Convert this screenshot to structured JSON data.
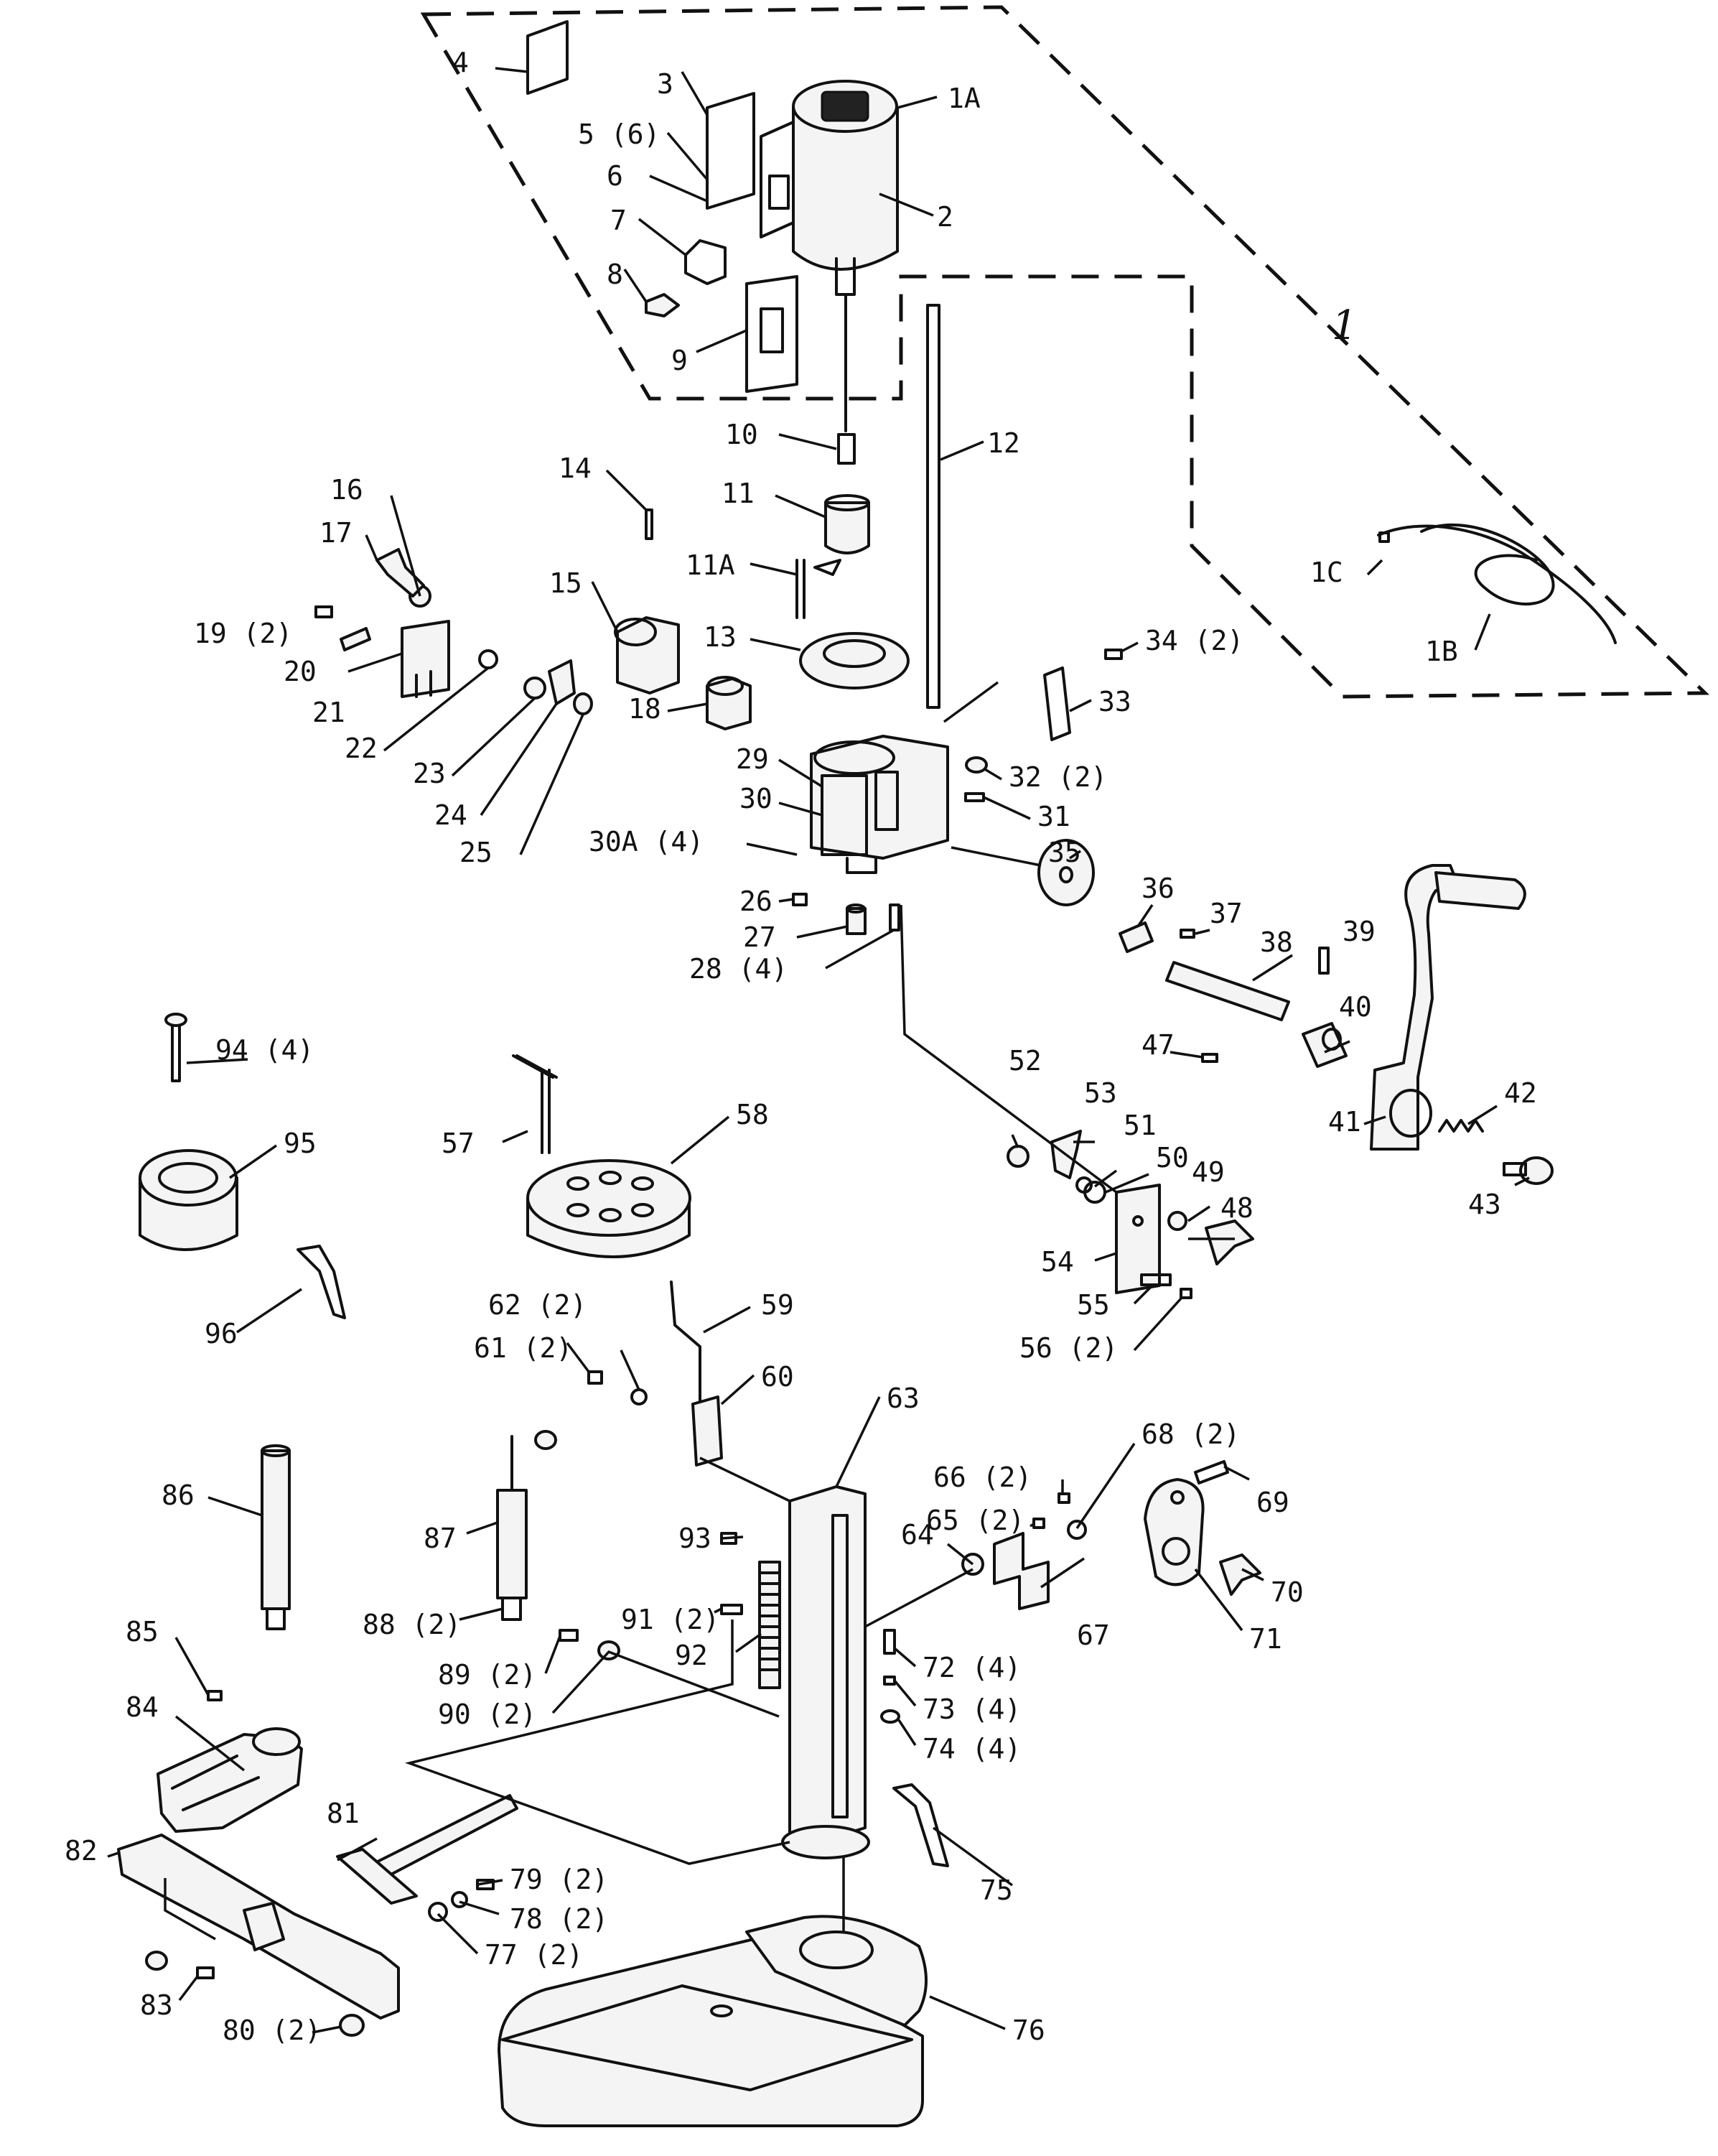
{
  "callouts": {
    "c1A": "1A",
    "c2": "2",
    "c3": "3",
    "c4": "4",
    "c5": "5 (6)",
    "c6": "6",
    "c7": "7",
    "c8": "8",
    "c9": "9",
    "c10": "10",
    "c11": "11",
    "c11A": "11A",
    "c12": "12",
    "c13": "13",
    "c14": "14",
    "c15": "15",
    "c16": "16",
    "c17": "17",
    "c18": "18",
    "c19": "19 (2)",
    "c20": "20",
    "c21": "21",
    "c22": "22",
    "c23": "23",
    "c24": "24",
    "c25": "25",
    "c26": "26",
    "c27": "27",
    "c28": "28 (4)",
    "c29": "29",
    "c30": "30",
    "c30A": "30A (4)",
    "c31": "31",
    "c32": "32 (2)",
    "c33": "33",
    "c34": "34 (2)",
    "c35": "35",
    "c36": "36",
    "c37": "37",
    "c38": "38",
    "c39": "39",
    "c40": "40",
    "c41": "41",
    "c42": "42",
    "c43": "43",
    "c47": "47",
    "c48": "48",
    "c49": "49",
    "c50": "50",
    "c51": "51",
    "c52": "52",
    "c53": "53",
    "c54": "54",
    "c55": "55",
    "c56": "56 (2)",
    "c57": "57",
    "c58": "58",
    "c59": "59",
    "c60": "60",
    "c61": "61 (2)",
    "c62": "62 (2)",
    "c63": "63",
    "c64": "64",
    "c65": "65 (2)",
    "c66": "66 (2)",
    "c67": "67",
    "c68": "68 (2)",
    "c69": "69",
    "c70": "70",
    "c71": "71",
    "c72": "72 (4)",
    "c73": "73 (4)",
    "c74": "74 (4)",
    "c75": "75",
    "c76": "76",
    "c77": "77 (2)",
    "c78": "78 (2)",
    "c79": "79 (2)",
    "c80": "80 (2)",
    "c81": "81",
    "c82": "82",
    "c83": "83",
    "c84": "84",
    "c85": "85",
    "c86": "86",
    "c87": "87",
    "c88": "88 (2)",
    "c89": "89 (2)",
    "c90": "90 (2)",
    "c91": "91 (2)",
    "c92": "92",
    "c93": "93",
    "c94": "94 (4)",
    "c95": "95",
    "c96": "96",
    "c1B": "1B",
    "c1C": "1C"
  },
  "group_label": "1"
}
